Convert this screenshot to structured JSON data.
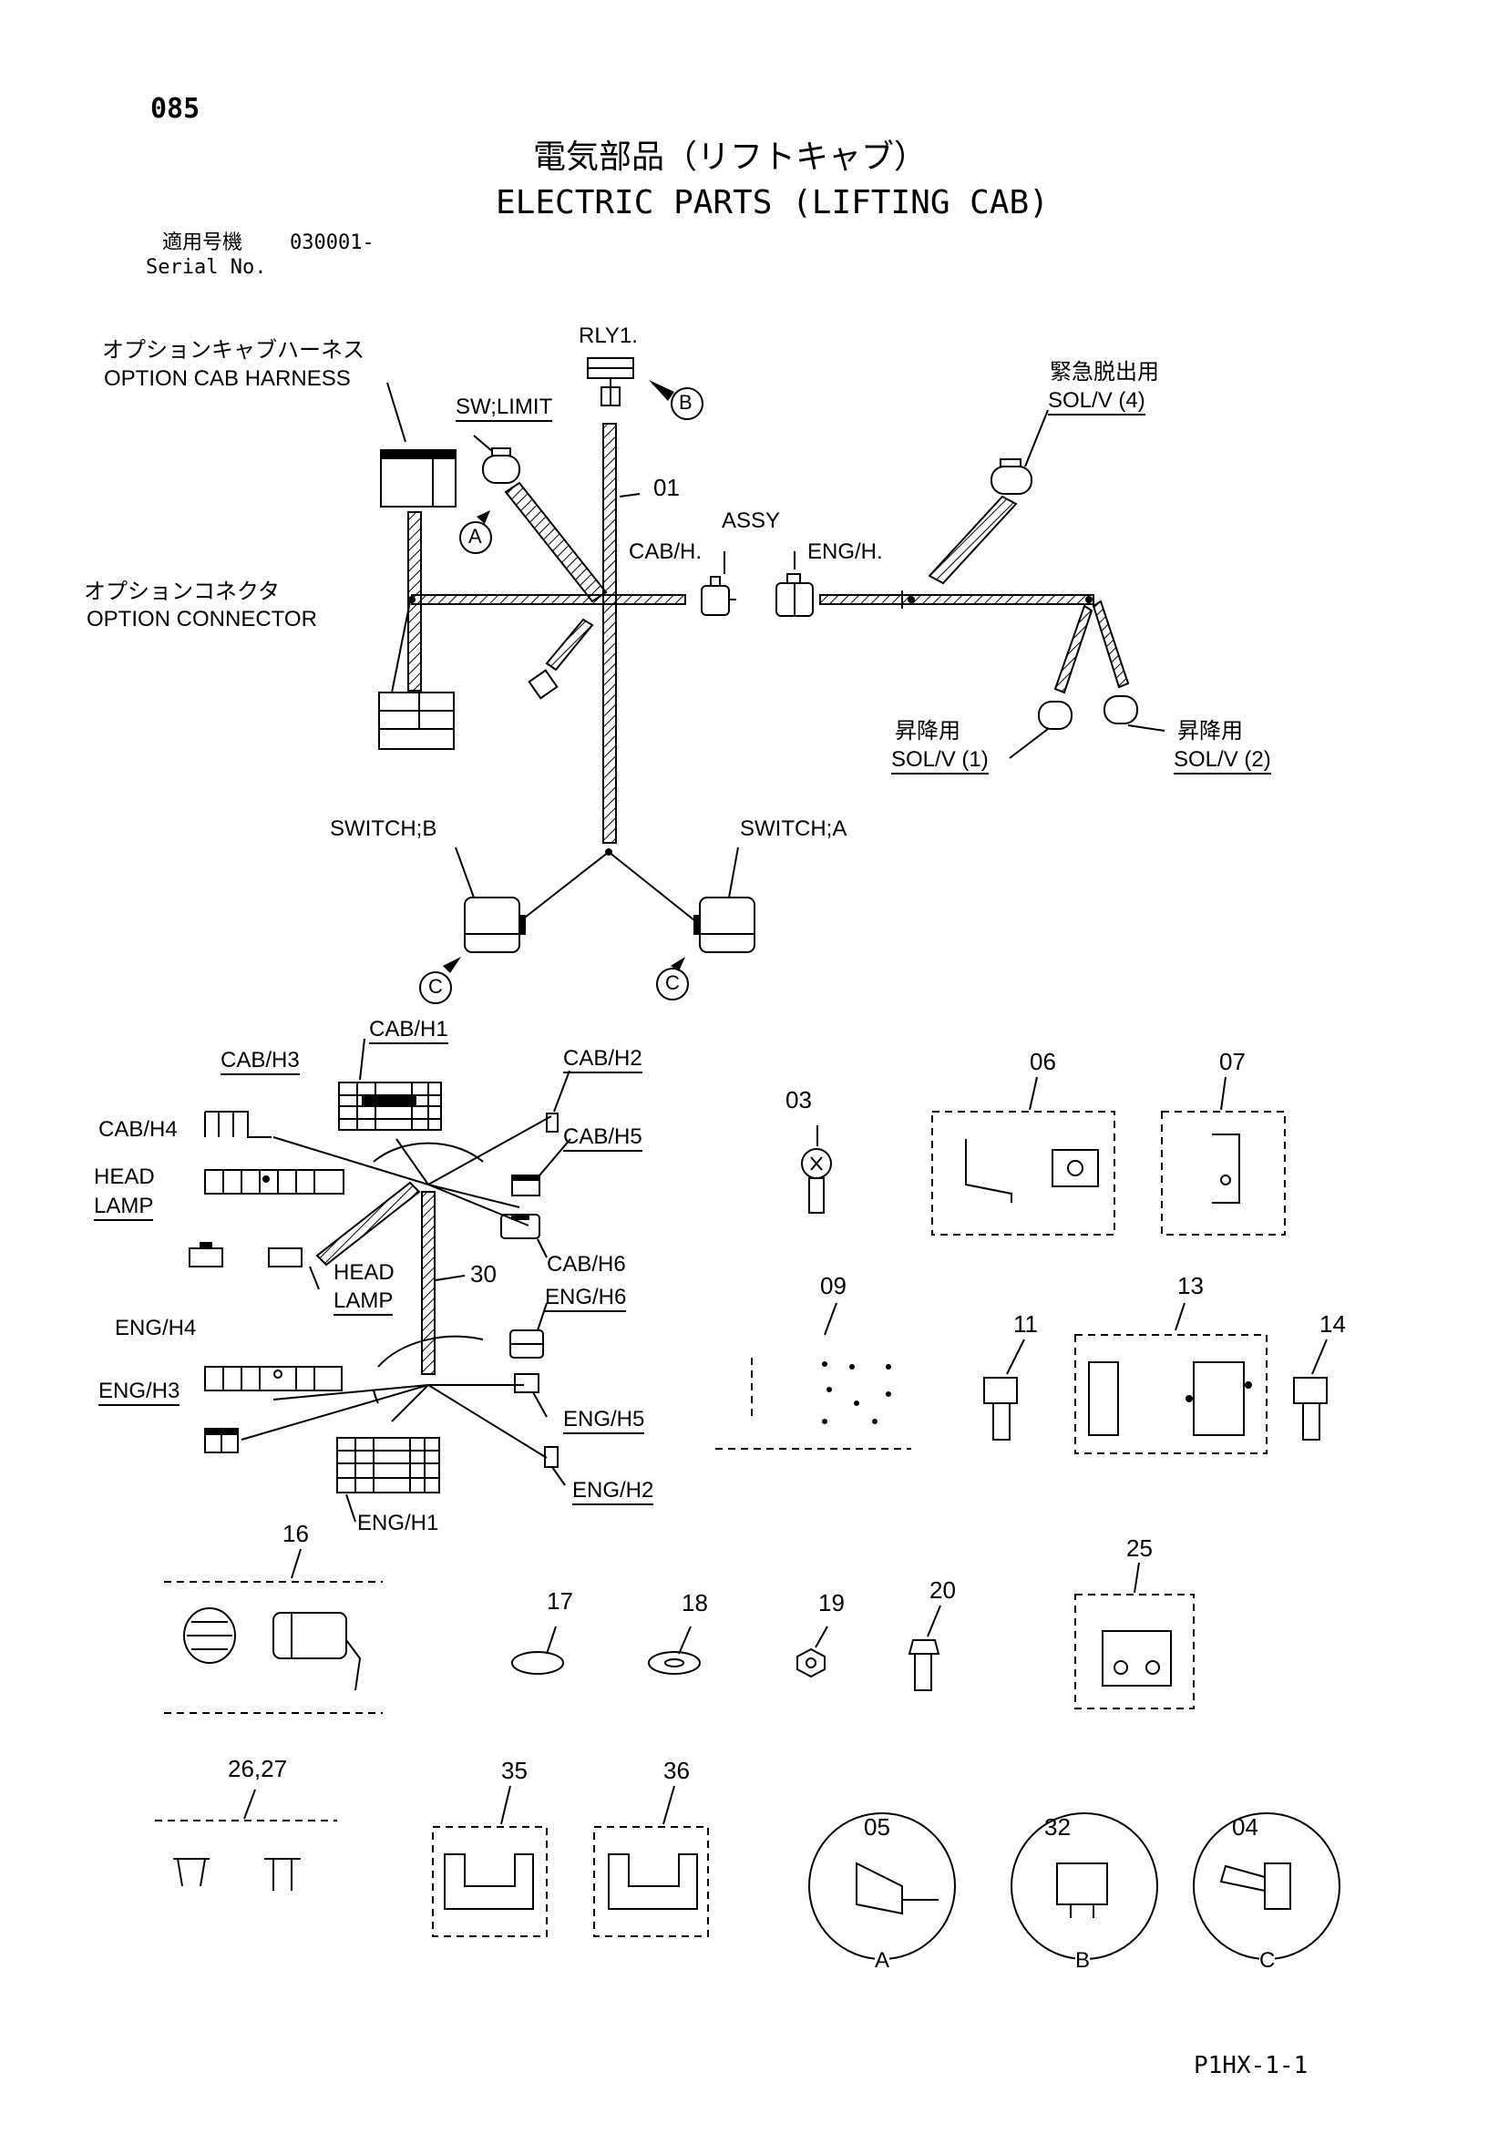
{
  "header": {
    "page_number": "085",
    "title_jp": "電気部品（リフトキャブ）",
    "title_en": "ELECTRIC PARTS (LIFTING CAB)",
    "serial_label_jp": "適用号機",
    "serial_value": "030001-",
    "serial_label_en": "Serial No."
  },
  "harness_labels": {
    "option_cab_harness_jp": "オプションキャブハーネス",
    "option_cab_harness_en": "OPTION CAB HARNESS",
    "option_connector_jp": "オプションコネクタ",
    "option_connector_en": "OPTION CONNECTOR",
    "rly1": "RLY1.",
    "sw_limit": "SW;LIMIT",
    "part_01": "01",
    "assy": "ASSY",
    "cab_h": "CAB/H.",
    "eng_h": "ENG/H.",
    "emergency_jp": "緊急脱出用",
    "sol_v4": "SOL/V (4)",
    "lift_jp_1": "昇降用",
    "sol_v1": "SOL/V (1)",
    "lift_jp_2": "昇降用",
    "sol_v2": "SOL/V (2)",
    "switch_b": "SWITCH;B",
    "switch_a": "SWITCH;A",
    "callout_a": "A",
    "callout_b": "B",
    "callout_c": "C"
  },
  "sub_harness": {
    "cab_h1": "CAB/H1",
    "cab_h2": "CAB/H2",
    "cab_h3": "CAB/H3",
    "cab_h4": "CAB/H4",
    "cab_h5": "CAB/H5",
    "cab_h6": "CAB/H6",
    "head_lamp_1a": "HEAD",
    "head_lamp_1b": "LAMP",
    "head_lamp_2a": "HEAD",
    "head_lamp_2b": "LAMP",
    "part_30": "30",
    "eng_h1": "ENG/H1",
    "eng_h2": "ENG/H2",
    "eng_h3": "ENG/H3",
    "eng_h4": "ENG/H4",
    "eng_h5": "ENG/H5",
    "eng_h6": "ENG/H6"
  },
  "parts": {
    "p03": "03",
    "p06": "06",
    "p07": "07",
    "p09": "09",
    "p11": "11",
    "p13": "13",
    "p14": "14",
    "p16": "16",
    "p17": "17",
    "p18": "18",
    "p19": "19",
    "p20": "20",
    "p25": "25",
    "p26_27": "26,27",
    "p35": "35",
    "p36": "36",
    "p05": "05",
    "p32": "32",
    "p04": "04"
  },
  "detail_circles": {
    "a": "A",
    "b": "B",
    "c": "C"
  },
  "footer": {
    "page_code": "P1HX-1-1"
  }
}
